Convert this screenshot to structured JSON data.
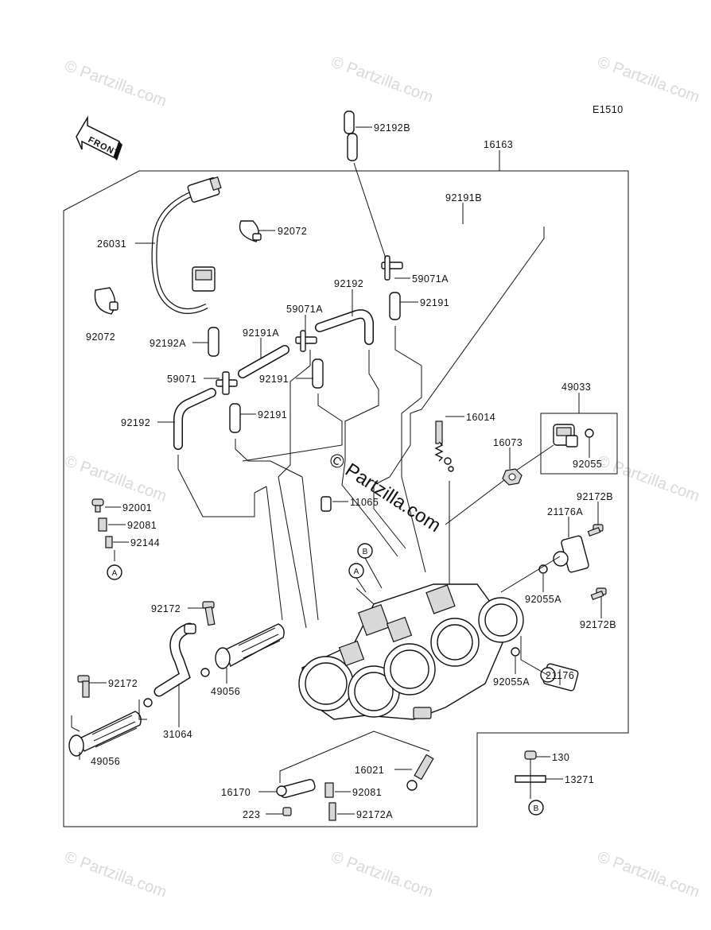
{
  "code": "E1510",
  "front_label": "FRONT",
  "watermark": "© Partzilla.com",
  "watermark_center": "© Partzilla.com",
  "ref_a": "A",
  "ref_b": "B",
  "labels": {
    "p92192B": "92192B",
    "p16163": "16163",
    "p92191B": "92191B",
    "p26031": "26031",
    "p92072_top": "92072",
    "p92072_left": "92072",
    "p59071A_top": "59071A",
    "p92192": "92192",
    "p92191_top": "92191",
    "p59071A": "59071A",
    "p92192A": "92192A",
    "p92191A": "92191A",
    "p59071": "59071",
    "p92191_mid": "92191",
    "p92192_left": "92192",
    "p92191_low": "92191",
    "p49033": "49033",
    "p16014": "16014",
    "p16073": "16073",
    "p92055": "92055",
    "p92001": "92001",
    "p92081_left": "92081",
    "p92144": "92144",
    "p11065": "11065",
    "p92172B_top": "92172B",
    "p21176A": "21176A",
    "p92055A_top": "92055A",
    "p92172B_low": "92172B",
    "p92172_top": "92172",
    "p49056_mid": "49056",
    "p92172_low": "92172",
    "p31064": "31064",
    "p49056_low": "49056",
    "p92055A_low": "92055A",
    "p21176": "21176",
    "p130": "130",
    "p13271": "13271",
    "p16021": "16021",
    "p16170": "16170",
    "p92081_low": "92081",
    "p223": "223",
    "p92172A": "92172A"
  }
}
